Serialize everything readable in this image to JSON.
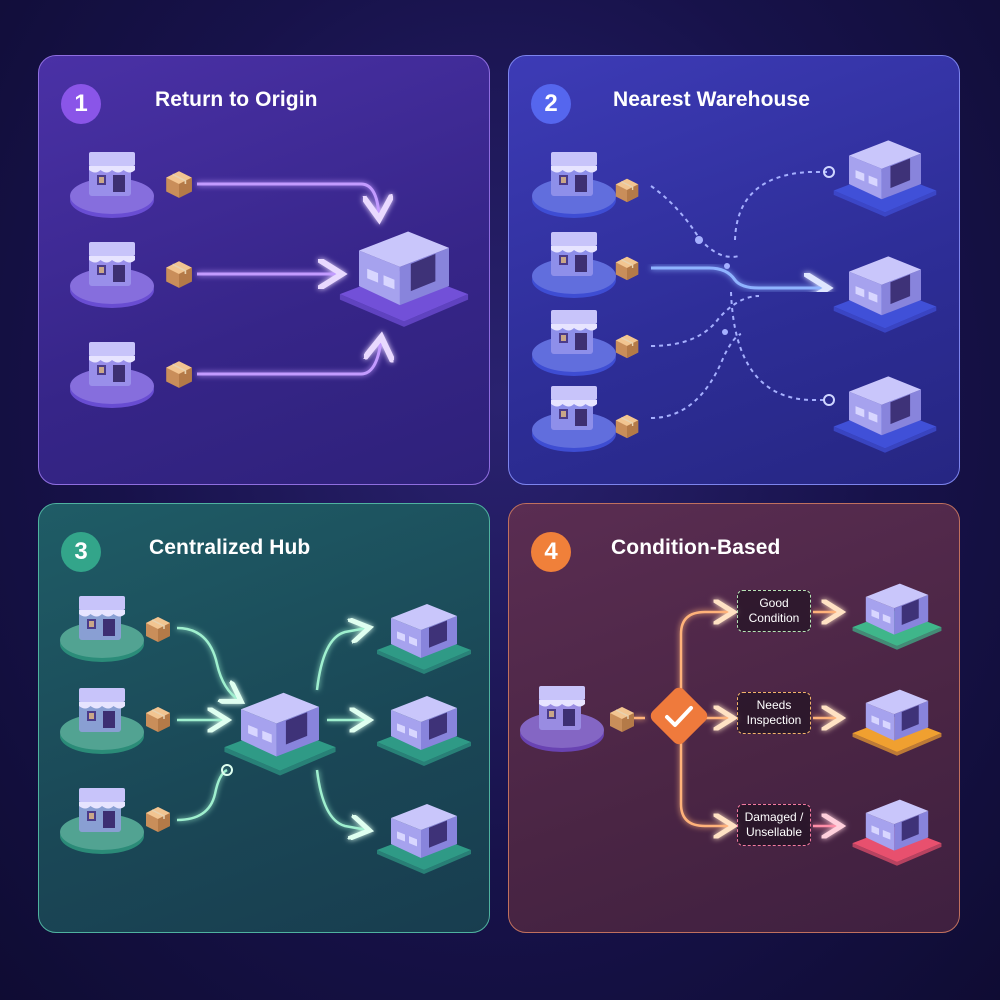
{
  "panels": [
    {
      "number": "1",
      "title": "Return to Origin"
    },
    {
      "number": "2",
      "title": "Nearest Warehouse"
    },
    {
      "number": "3",
      "title": "Centralized Hub"
    },
    {
      "number": "4",
      "title": "Condition-Based"
    }
  ],
  "conditions": [
    {
      "line1": "Good",
      "line2": "Condition"
    },
    {
      "line1": "Needs",
      "line2": "Inspection"
    },
    {
      "line1": "Damaged /",
      "line2": "Unsellable"
    }
  ],
  "colors": {
    "purple_accent": "#8a55e8",
    "blue_accent": "#5566ee",
    "teal_accent": "#33a58a",
    "orange_accent": "#f0803a",
    "good_green": "#3fb68a",
    "inspect_orange": "#f0a030",
    "damaged_pink": "#e8506e"
  },
  "icons": [
    "store-icon",
    "package-icon",
    "warehouse-icon",
    "checkmark-diamond-icon",
    "arrow-icon"
  ]
}
